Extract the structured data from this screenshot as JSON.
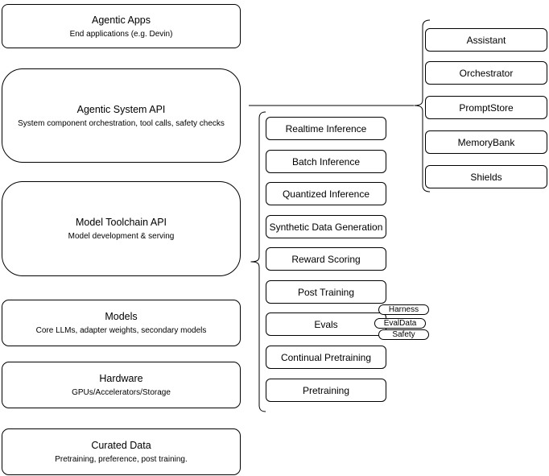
{
  "diagram": {
    "background": "#ffffff",
    "stroke_color": "#000000",
    "fill_color": "#ffffff",
    "layers": [
      {
        "title": "Agentic Apps",
        "subtitle": "End applications (e.g. Devin)"
      },
      {
        "title": "Agentic System API",
        "subtitle": "System component orchestration, tool calls, safety checks"
      },
      {
        "title": "Model Toolchain API",
        "subtitle": "Model development & serving"
      },
      {
        "title": "Models",
        "subtitle": "Core LLMs, adapter weights, secondary models"
      },
      {
        "title": "Hardware",
        "subtitle": "GPUs/Accelerators/Storage"
      },
      {
        "title": "Curated Data",
        "subtitle": "Pretraining, preference, post training."
      }
    ],
    "toolchain_items": [
      "Realtime Inference",
      "Batch Inference",
      "Quantized Inference",
      "Synthetic Data Generation",
      "Reward Scoring",
      "Post Training",
      "Evals",
      "Continual Pretraining",
      "Pretraining"
    ],
    "eval_tags": [
      "Harness",
      "EvalData",
      "Safety"
    ],
    "system_components": [
      "Assistant",
      "Orchestrator",
      "PromptStore",
      "MemoryBank",
      "Shields"
    ]
  }
}
